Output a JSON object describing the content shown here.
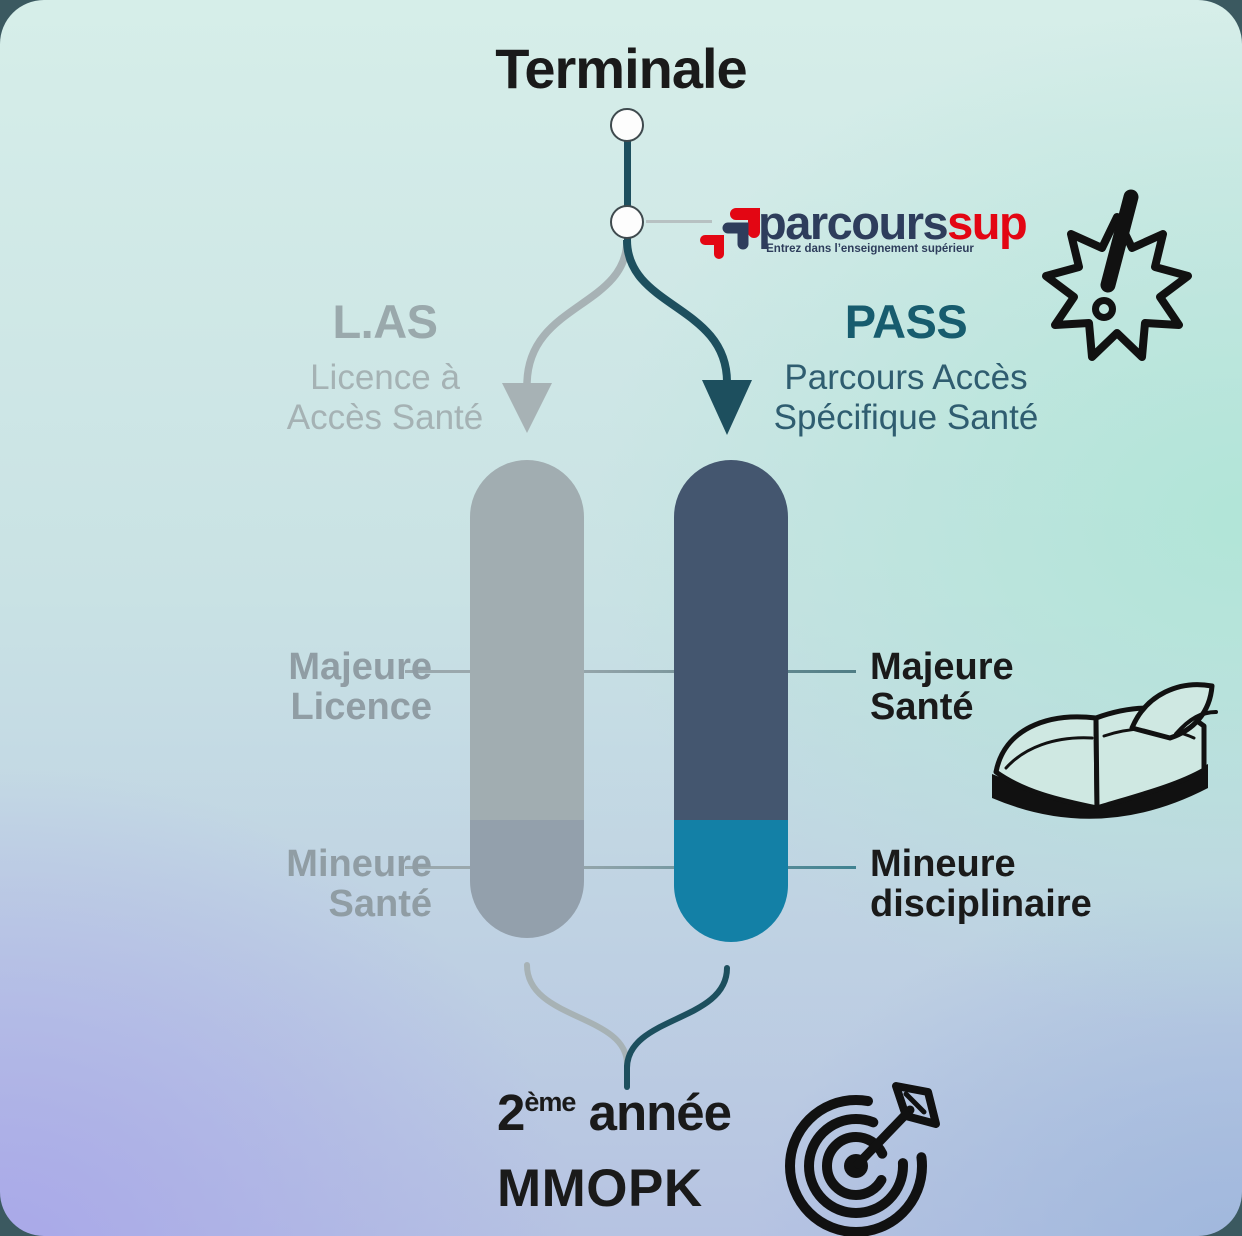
{
  "colors": {
    "ink": "#1a1a1a",
    "teal_dark": "#1d4f5e",
    "branch_gray": "#a7b2b5",
    "cap_left_top": "#a1adb1",
    "cap_left_bottom": "#93a0ac",
    "cap_right_top": "#44566f",
    "cap_right_bottom": "#1380a6",
    "brand_navy": "#2e3d5c",
    "brand_red": "#e30613",
    "pass_teal": "#175c6e",
    "pass_sub": "#2f5d70",
    "las_gray": "#9aa9ac",
    "las_sub": "#a5b2b4",
    "label_gray": "#909da4"
  },
  "title": "Terminale",
  "parcoursup": {
    "wordmark_primary": "parcours",
    "wordmark_accent": "sup",
    "tagline": "Entrez dans l’enseignement supérieur"
  },
  "las": {
    "acronym": "L.AS",
    "subtitle": [
      "Licence à",
      "Accès Santé"
    ],
    "majeure": [
      "Majeure",
      "Licence"
    ],
    "mineure": [
      "Mineure",
      "Santé"
    ]
  },
  "pass": {
    "acronym": "PASS",
    "subtitle": [
      "Parcours Accès",
      "Spécifique Santé"
    ],
    "majeure": [
      "Majeure",
      "Santé"
    ],
    "mineure": [
      "Mineure",
      "disciplinaire"
    ]
  },
  "outcome": {
    "number": "2",
    "ordinal": "ème",
    "word": "année",
    "acronym": "MMOPK"
  },
  "icons": {
    "mark": "parcoursup-mark-icon",
    "alert": "exclamation-burst-icon",
    "book": "open-book-icon",
    "target": "target-arrow-icon"
  }
}
